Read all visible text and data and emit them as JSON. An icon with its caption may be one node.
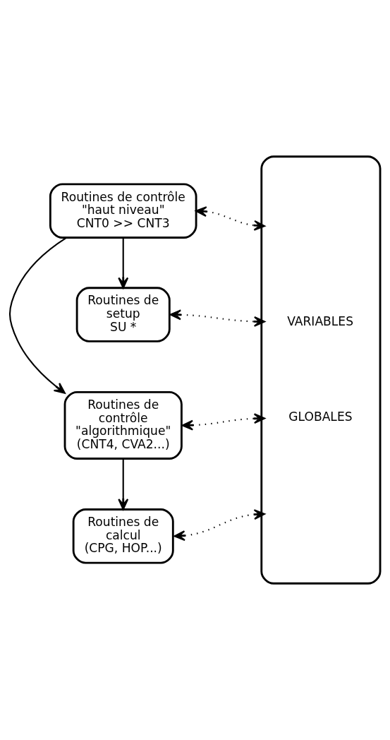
{
  "diagram": {
    "nodes": [
      {
        "text": [
          "Routines de contrôle \"haut niveau\" CNT0 >> CNT3"
        ]
      },
      {
        "text": [
          "Routines de setup SU *"
        ]
      },
      {
        "text": [
          "Routines de contrôle \"algorithmique\" (CNT4, CVA2...)"
        ]
      },
      {
        "text": [
          "Routines de calcul (CPG, HOP...)"
        ]
      },
      {
        "text": [
          "VARIABLES",
          "GLOBALES"
        ]
      }
    ],
    "edges": [
      {
        "from": 0,
        "to": 1,
        "arrow": "to"
      },
      {
        "from": 0,
        "to": 2,
        "arrow": "to"
      },
      {
        "from": 2,
        "to": 3,
        "arrow": "to"
      },
      {
        "from": 0,
        "to": 4,
        "arrow": "both",
        "style": "dashed"
      },
      {
        "from": 1,
        "to": 4,
        "arrow": "both",
        "style": "dashed"
      },
      {
        "from": 2,
        "to": 4,
        "arrow": "both",
        "style": "dashed"
      },
      {
        "from": 3,
        "to": 4,
        "arrow": "both",
        "style": "dashed"
      }
    ]
  }
}
